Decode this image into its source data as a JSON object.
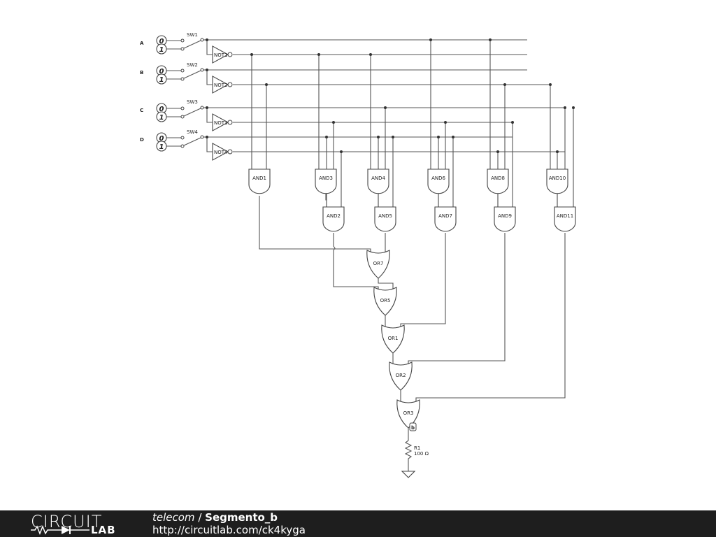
{
  "inputs": [
    {
      "label": "A",
      "switch": "SW1",
      "high": "1",
      "low": "0"
    },
    {
      "label": "B",
      "switch": "SW2",
      "high": "1",
      "low": "0"
    },
    {
      "label": "C",
      "switch": "SW3",
      "high": "1",
      "low": "0"
    },
    {
      "label": "D",
      "switch": "SW4",
      "high": "1",
      "low": "0"
    }
  ],
  "not_gates": [
    "NOT1",
    "NOT2",
    "NOT3",
    "NOT4"
  ],
  "and_gates": [
    "AND1",
    "AND2",
    "AND3",
    "AND4",
    "AND5",
    "AND6",
    "AND7",
    "AND8",
    "AND9",
    "AND10",
    "AND11"
  ],
  "or_gates": [
    "OR7",
    "OR5",
    "OR1",
    "OR2",
    "OR3"
  ],
  "output_probe": "b",
  "resistor": {
    "name": "R1",
    "value": "100 Ω"
  },
  "footer": {
    "logo_top": "CIRCUIT",
    "logo_bottom": "LAB",
    "folder": "telecom",
    "separator": " / ",
    "title": "Segmento_b",
    "url": "http://circuitlab.com/ck4kyga"
  }
}
